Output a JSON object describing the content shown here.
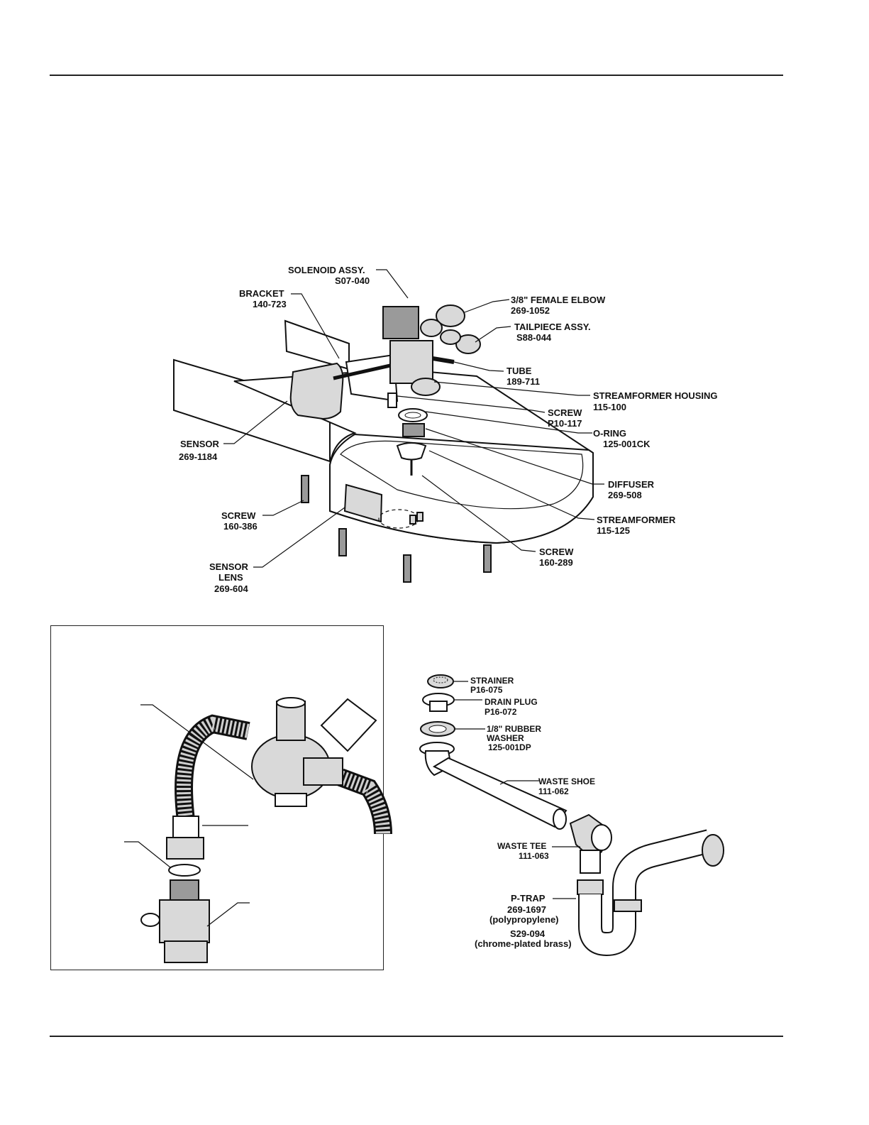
{
  "main_diagram": {
    "labels": {
      "solenoid": {
        "name": "SOLENOID ASSY.",
        "part": "S07-040"
      },
      "bracket": {
        "name": "BRACKET",
        "part": "140-723"
      },
      "elbow": {
        "name": "3/8\" FEMALE ELBOW",
        "part": "269-1052"
      },
      "tailpiece": {
        "name": "TAILPIECE ASSY.",
        "part": "S88-044"
      },
      "tube": {
        "name": "TUBE",
        "part": "189-711"
      },
      "streamformer_housing": {
        "name": "STREAMFORMER HOUSING",
        "part": "115-100"
      },
      "screw_p10": {
        "name": "SCREW",
        "part": "P10-117"
      },
      "oring": {
        "name": "O-RING",
        "part": "125-001CK"
      },
      "diffuser": {
        "name": "DIFFUSER",
        "part": "269-508"
      },
      "streamformer": {
        "name": "STREAMFORMER",
        "part": "115-125"
      },
      "screw_160_289": {
        "name": "SCREW",
        "part": "160-289"
      },
      "sensor": {
        "name": "SENSOR",
        "part": "269-1184"
      },
      "screw_160_386": {
        "name": "SCREW",
        "part": "160-386"
      },
      "sensor_lens": {
        "name1": "SENSOR",
        "name2": "LENS",
        "part": "269-604"
      }
    }
  },
  "drain_diagram": {
    "labels": {
      "strainer": {
        "name": "STRAINER",
        "part": "P16-075"
      },
      "drain_plug": {
        "name": "DRAIN PLUG",
        "part": "P16-072"
      },
      "washer": {
        "name1": "1/8\" RUBBER",
        "name2": "WASHER",
        "part": "125-001DP"
      },
      "waste_shoe": {
        "name": "WASTE SHOE",
        "part": "111-062"
      },
      "waste_tee": {
        "name": "WASTE TEE",
        "part": "111-063"
      },
      "ptrap": {
        "name": "P-TRAP",
        "part1": "269-1697",
        "note1": "(polypropylene)",
        "part2": "S29-094",
        "note2": "(chrome-plated brass)"
      }
    }
  }
}
